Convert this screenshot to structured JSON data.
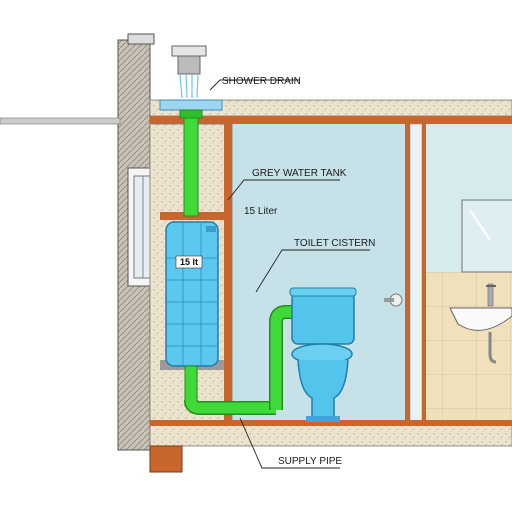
{
  "labels": {
    "shower_drain": "SHOWER DRAIN",
    "grey_water_tank": "GREY WATER TANK",
    "capacity": "15 Liter",
    "tank_tag": "15 lt",
    "toilet_cistern": "TOILET CISTERN",
    "supply_pipe": "SUPPLY PIPE"
  },
  "colors": {
    "pipe": "#3fd93a",
    "tank": "#5cc7ef",
    "toilet": "#53c4ec",
    "wood": "#c8662e",
    "wall": "#bfe0e6",
    "tile": "#f1e2bf",
    "concrete": "#e7dcc6"
  }
}
